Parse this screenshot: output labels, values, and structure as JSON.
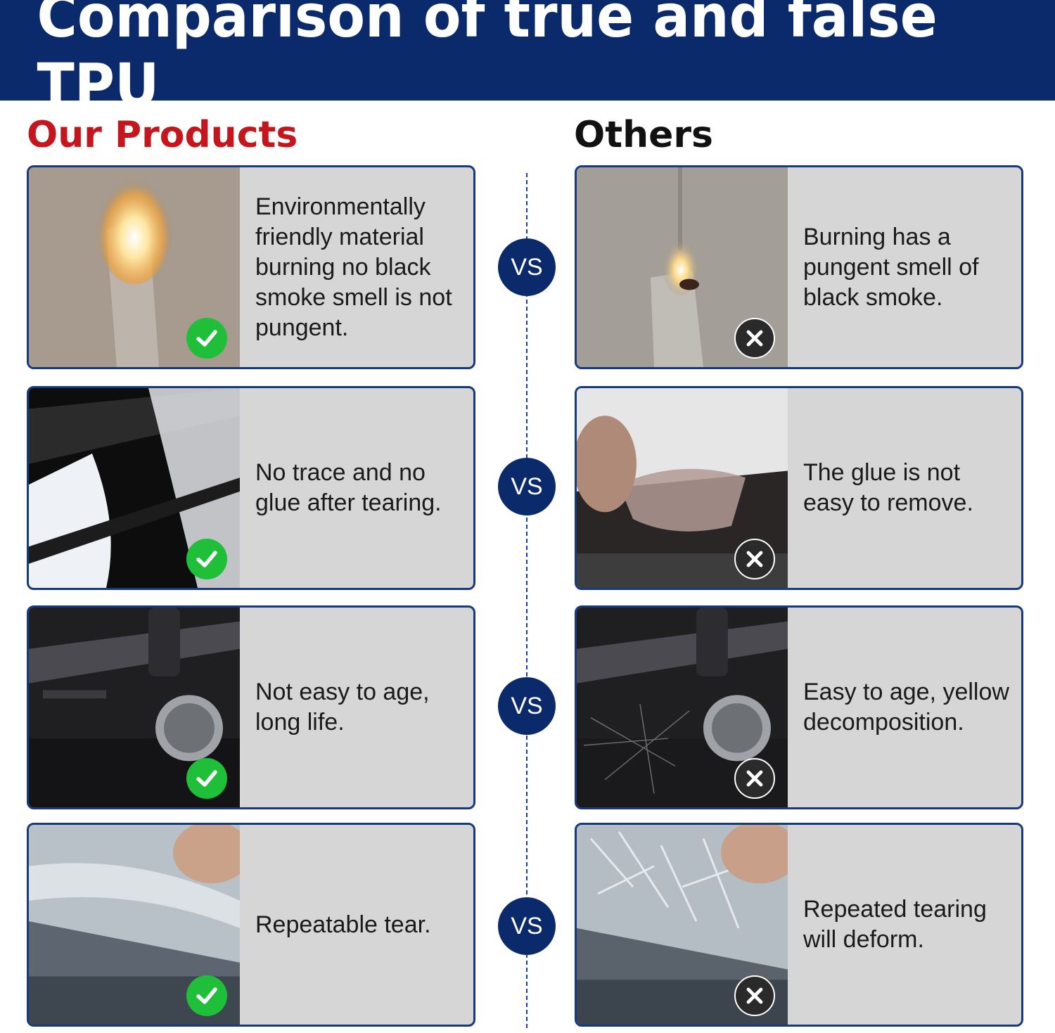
{
  "header": {
    "title": "Comparison of true and false TPU"
  },
  "columns": {
    "left_title": "Our Products",
    "right_title": "Others"
  },
  "vs_label": "VS",
  "rows": [
    {
      "ours": "Environmentally friendly material burning no black smoke smell is not pungent.",
      "others": "Burning has a pungent smell of black smoke."
    },
    {
      "ours": "No trace and no glue after tearing.",
      "others": "The glue is not easy to remove."
    },
    {
      "ours": "Not easy to age, long life.",
      "others": "Easy to age, yellow decomposition."
    },
    {
      "ours": "Repeatable tear.",
      "others": "Repeated tearing will deform."
    }
  ],
  "icons": {
    "ours": "check-icon",
    "others": "cross-icon"
  },
  "colors": {
    "header_bg": "#0b2a6b",
    "accent_red": "#c4161c",
    "check_green": "#1fbf3a",
    "card_bg": "#d6d6d6"
  }
}
